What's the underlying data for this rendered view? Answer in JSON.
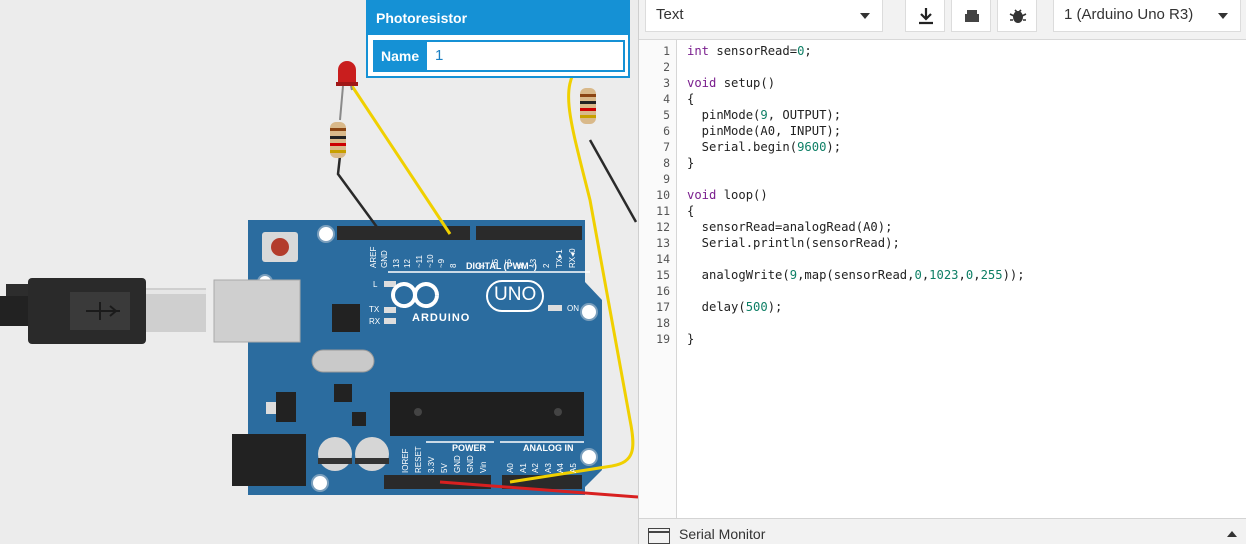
{
  "inspector": {
    "title": "Photoresistor",
    "name_label": "Name",
    "name_value": "1"
  },
  "toolbar": {
    "mode": "Text",
    "device": "1 (Arduino Uno R3)",
    "download_icon": "download-icon",
    "components_icon": "components-icon",
    "debug_icon": "bug-icon"
  },
  "board": {
    "brand": "ARDUINO",
    "model": "UNO",
    "on_label": "ON",
    "tx_label": "TX",
    "rx_label": "RX",
    "l_label": "L",
    "digital_label": "DIGITAL (PWM~)",
    "power_label": "POWER",
    "analog_label": "ANALOG IN",
    "digital_pins": [
      "AREF",
      "GND",
      "13",
      "12",
      "~11",
      "~10",
      "~9",
      "8",
      "7",
      "~6",
      "~5",
      "4",
      "~3",
      "2",
      "TX▸1",
      "RX◂0"
    ],
    "power_pins": [
      "IOREF",
      "RESET",
      "3.3V",
      "5V",
      "GND",
      "GND",
      "Vin"
    ],
    "analog_pins": [
      "A0",
      "A1",
      "A2",
      "A3",
      "A4",
      "A5"
    ]
  },
  "code": {
    "line_numbers": [
      "1",
      "2",
      "3",
      "4",
      "5",
      "6",
      "7",
      "8",
      "9",
      "10",
      "11",
      "12",
      "13",
      "14",
      "15",
      "16",
      "17",
      "18",
      "19"
    ],
    "lines": [
      "int sensorRead=0;",
      "",
      "void setup()",
      "{",
      "  pinMode(9, OUTPUT);",
      "  pinMode(A0, INPUT);",
      "  Serial.begin(9600);",
      "}",
      "",
      "void loop()",
      "{",
      "  sensorRead=analogRead(A0);",
      "  Serial.println(sensorRead);",
      "",
      "  analogWrite(9,map(sensorRead,0,1023,0,255));",
      "",
      "  delay(500);",
      "",
      "}"
    ]
  },
  "serial_monitor": {
    "label": "Serial Monitor"
  },
  "colors": {
    "accent": "#1591d5",
    "board": "#2b6c9f",
    "keyword": "#7a1e8e",
    "number": "#0d7f65"
  }
}
